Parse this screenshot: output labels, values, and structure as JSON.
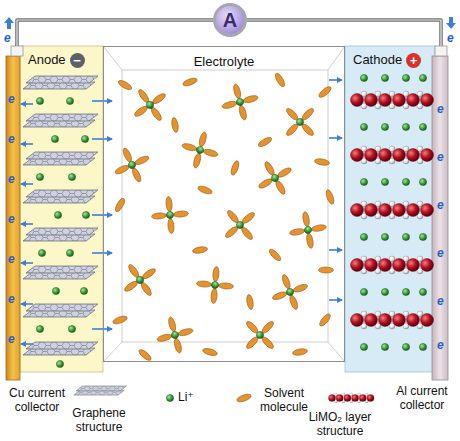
{
  "diagram": {
    "nodes": [
      {
        "text": [
          "A"
        ]
      },
      {
        "text": [
          "Anode"
        ]
      },
      {
        "text": [
          "−"
        ],
        "in": 1
      },
      {
        "text": [
          "Electrolyte"
        ]
      },
      {
        "text": [
          "Cathode"
        ]
      },
      {
        "text": [
          "+"
        ],
        "in": 4
      }
    ],
    "edges": [
      {
        "from": 1,
        "to": 0,
        "arrow": "none"
      },
      {
        "from": 0,
        "to": 4,
        "arrow": "none"
      }
    ],
    "labels": [
      "e",
      "e",
      "e",
      "e",
      "e",
      "e",
      "e",
      "e",
      "e",
      "e",
      "e",
      "e",
      "e",
      "e",
      "e",
      "Cu current collector",
      "Al current collector"
    ],
    "legend": [
      {
        "text": "Graphene structure"
      },
      {
        "text": "Li⁺"
      },
      {
        "text": "Solvent molecule"
      },
      {
        "text": "LiMO₂ layer structure"
      }
    ]
  }
}
